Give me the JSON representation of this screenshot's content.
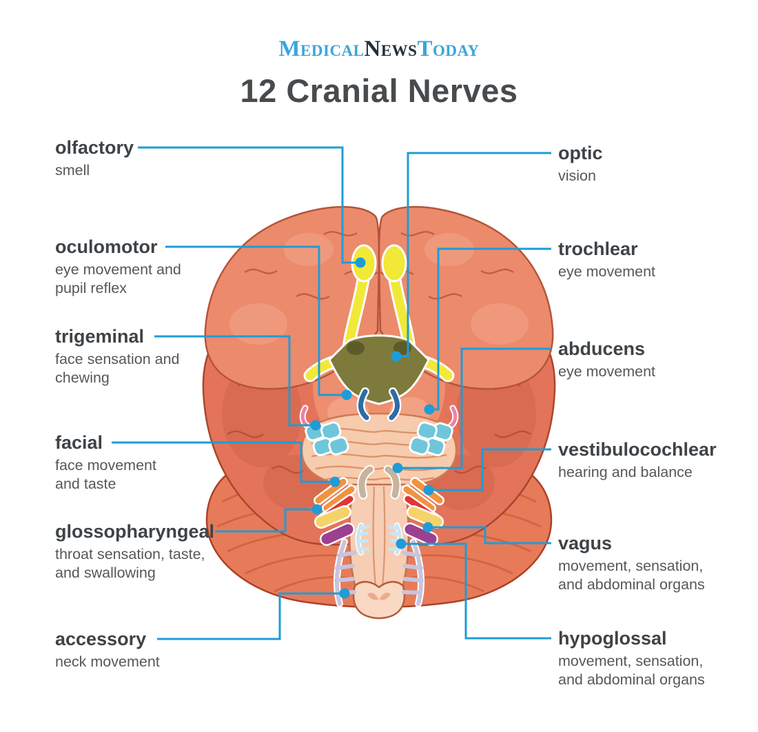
{
  "brand": {
    "part1": "Medical",
    "part2": "News",
    "part3": "Today"
  },
  "title": "12 Cranial Nerves",
  "nerves": {
    "left": [
      {
        "name": "olfactory",
        "function": "smell"
      },
      {
        "name": "oculomotor",
        "function": "eye movement and pupil reflex"
      },
      {
        "name": "trigeminal",
        "function": "face sensation and chewing"
      },
      {
        "name": "facial",
        "function": "face movement and taste"
      },
      {
        "name": "glossopharyngeal",
        "function": "throat sensation, taste, and swallowing"
      },
      {
        "name": "accessory",
        "function": "neck movement"
      }
    ],
    "right": [
      {
        "name": "optic",
        "function": "vision"
      },
      {
        "name": "trochlear",
        "function": "eye movement"
      },
      {
        "name": "abducens",
        "function": "eye movement"
      },
      {
        "name": "vestibulocochlear",
        "function": "hearing and balance"
      },
      {
        "name": "vagus",
        "function": "movement, sensation, and abdominal organs"
      },
      {
        "name": "hypoglossal",
        "function": "movement, sensation, and abdominal organs"
      }
    ]
  },
  "colors": {
    "accent_line": "#1e9cd7",
    "logo_blue": "#3aa6da",
    "logo_dark": "#22303b",
    "title_gray": "#474b4e",
    "brain_frontal": "#ec8a6c",
    "brain_temporal": "#e37459",
    "cerebellum": "#e77b59",
    "pons": "#f7cbad",
    "medulla": "#f7cdb4",
    "olfactory_yellow": "#f2e838",
    "optic_chiasm_olive": "#7d7a3c",
    "oculomotor_blue": "#2e6ca5",
    "trochlear_pink": "#ef7fac",
    "trigeminal_teal": "#6fc6da",
    "abducens_tan": "#c7b49e",
    "facial_orange": "#f0933f",
    "vestibulocochlear_red": "#e23536",
    "glossopharyngeal_yellow": "#f6d368",
    "vagus_purple": "#9c4091",
    "hypoglossal_lightblue": "#c9e6f2",
    "accessory_lavender": "#c9c4de"
  }
}
